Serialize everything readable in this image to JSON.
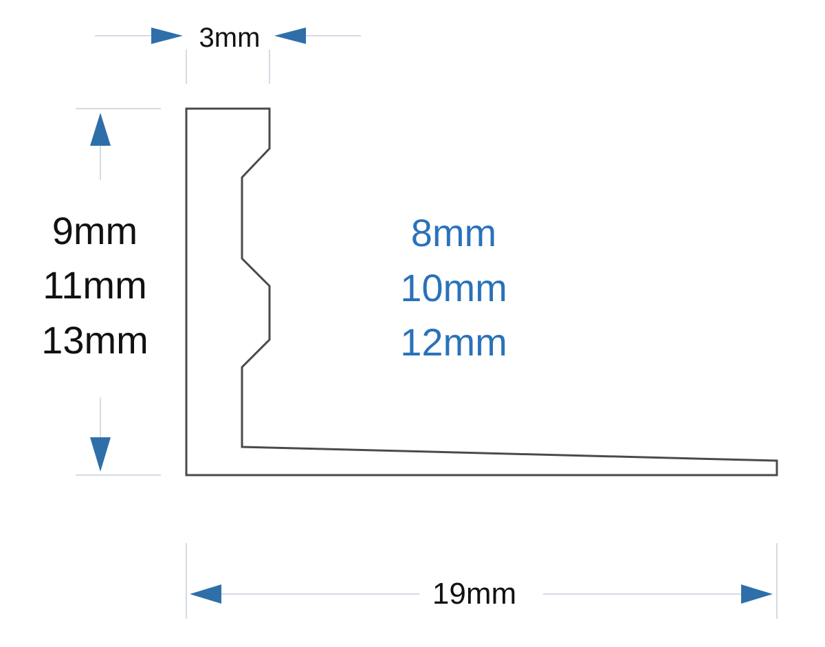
{
  "dimensions": {
    "lip_width": "3mm",
    "total_width": "19mm"
  },
  "heights_left": [
    "9mm",
    "11mm",
    "13mm"
  ],
  "heights_inner": [
    "8mm",
    "10mm",
    "12mm"
  ],
  "colors": {
    "arrow": "#2e6faa",
    "inner_text": "#2a72ba",
    "outline": "#4a4a4a",
    "dimension_lines": "#d4dbe4"
  }
}
